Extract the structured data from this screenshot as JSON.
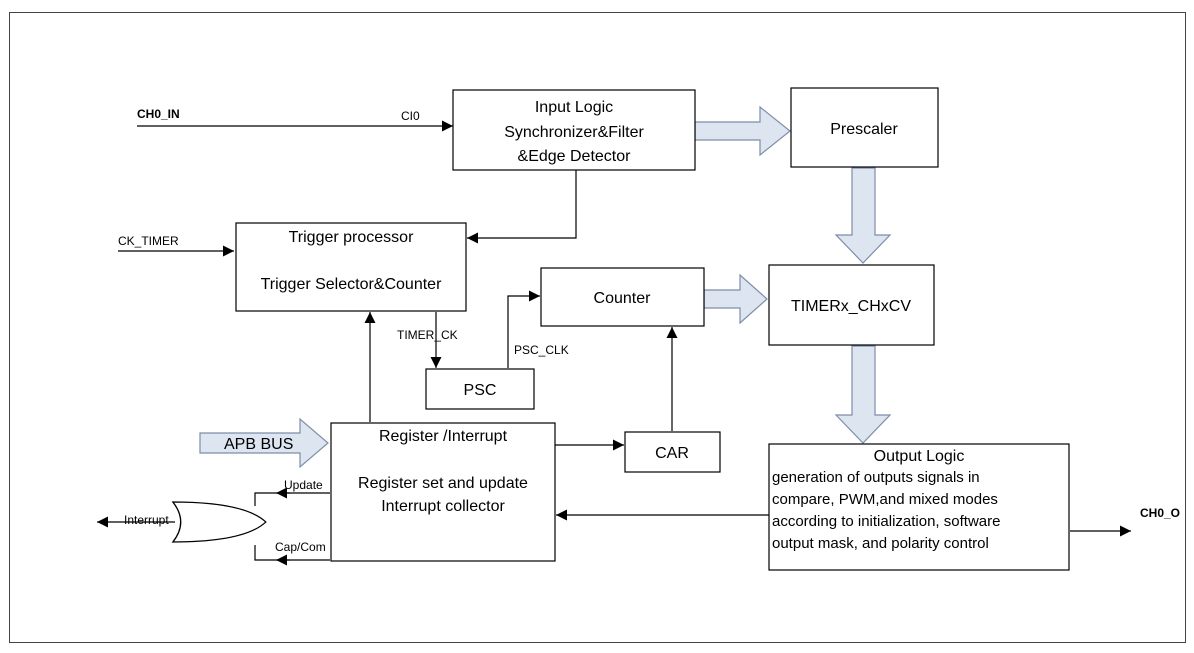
{
  "signals": {
    "ch0_in": "CH0_IN",
    "ci0": "CI0",
    "ck_timer": "CK_TIMER",
    "timer_ck": "TIMER_CK",
    "psc_clk": "PSC_CLK",
    "update": "Update",
    "cap_com": "Cap/Com",
    "interrupt": "Interrupt",
    "ch0_o": "CH0_O",
    "apb_bus": "APB BUS"
  },
  "blocks": {
    "input_logic": [
      "Input Logic",
      "Synchronizer&Filter",
      "&Edge Detector"
    ],
    "prescaler": "Prescaler",
    "trigger": [
      "Trigger processor",
      "Trigger Selector&Counter"
    ],
    "counter": "Counter",
    "chxcv": "TIMERx_CHxCV",
    "psc": "PSC",
    "car": "CAR",
    "register": [
      "Register /Interrupt",
      "Register set and update",
      "Interrupt collector"
    ],
    "output_logic": [
      "Output Logic",
      "generation of outputs signals in",
      "compare, PWM,and mixed modes",
      "according to initialization,  software",
      "output mask, and polarity control"
    ]
  }
}
